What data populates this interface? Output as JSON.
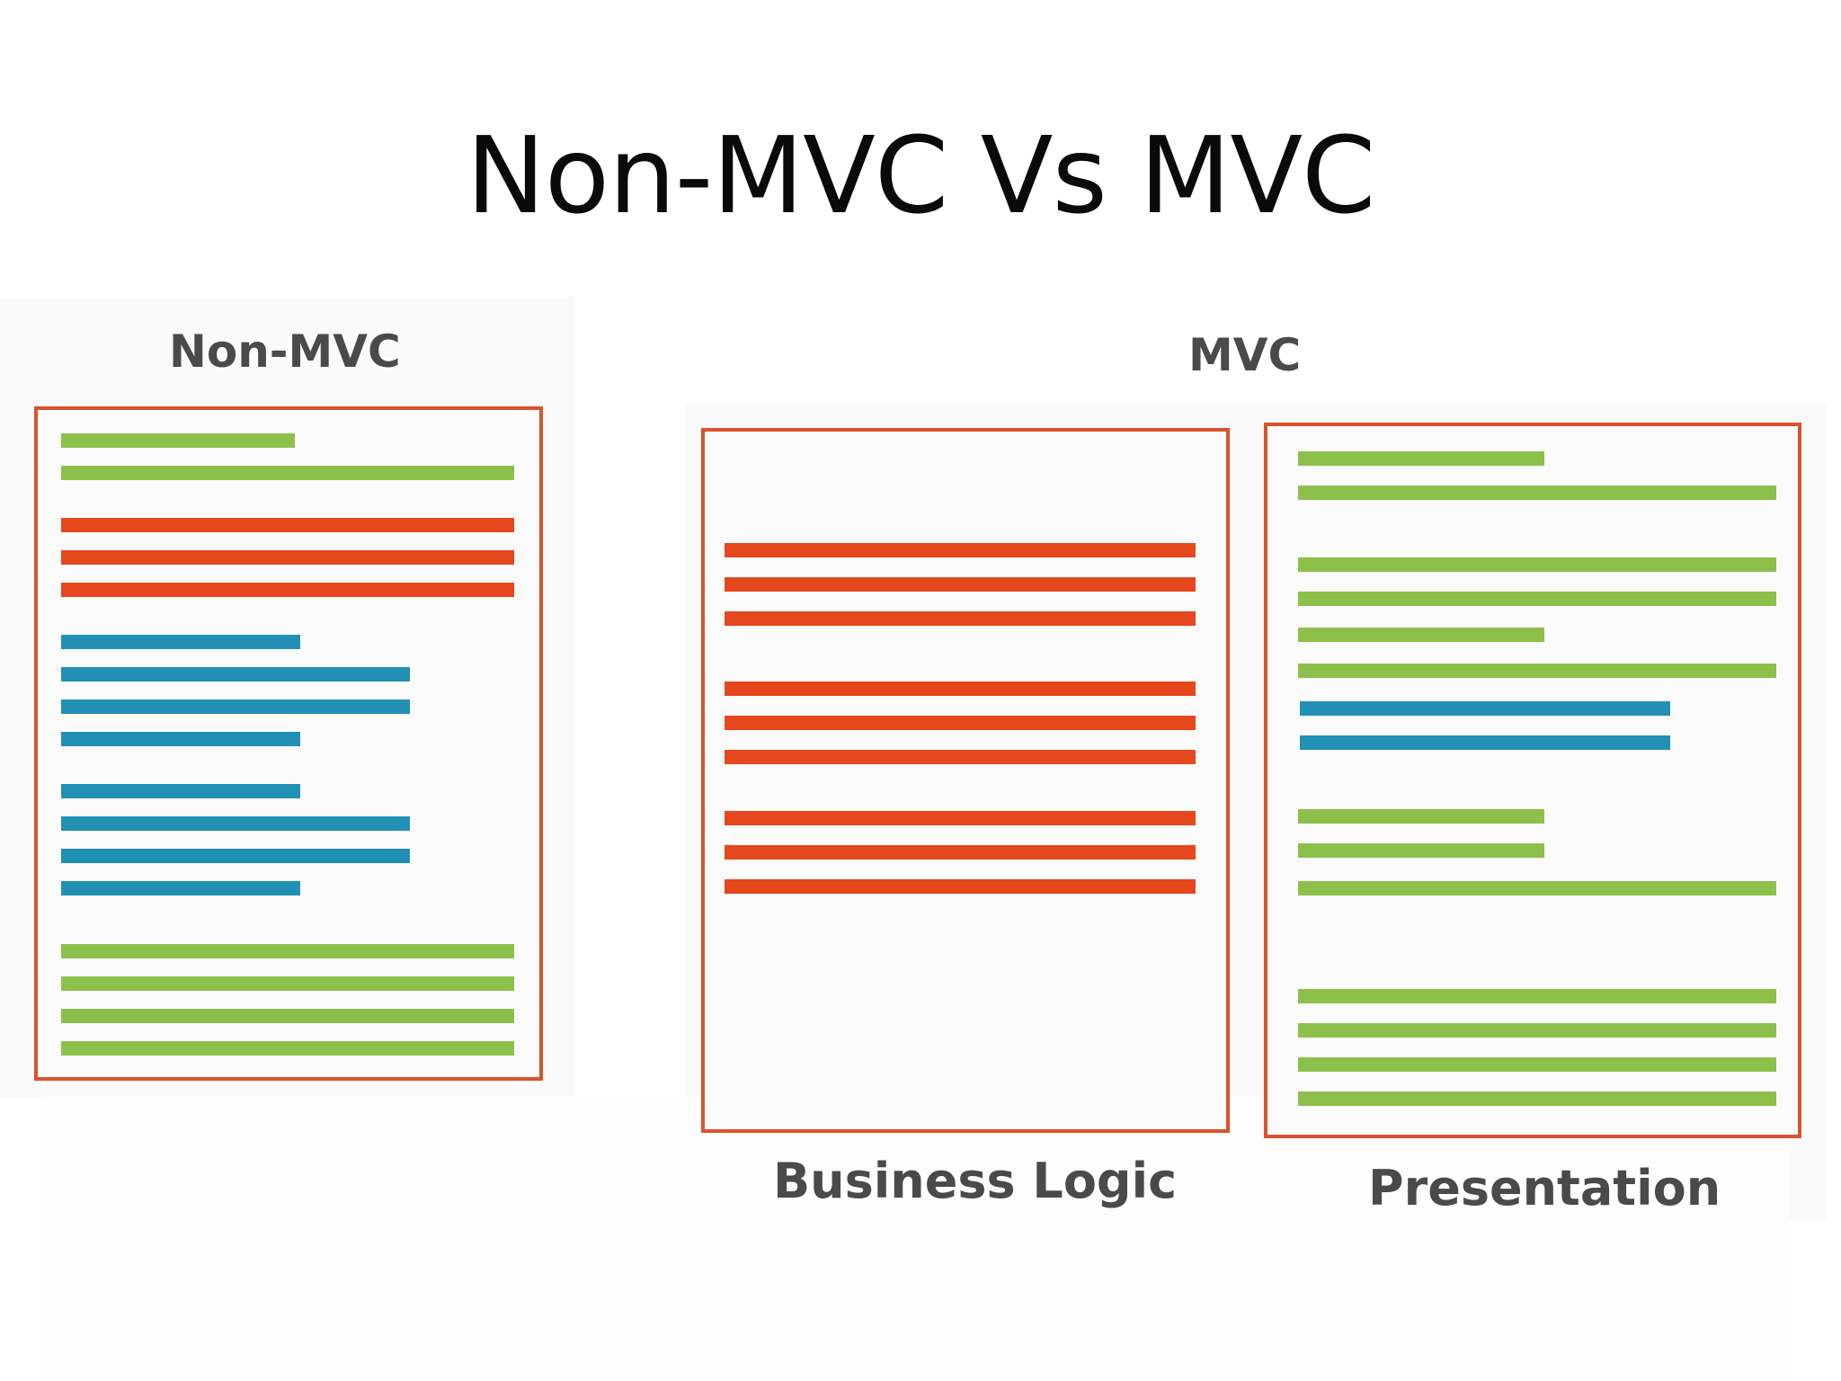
{
  "title": "Non-MVC Vs MVC",
  "labels": {
    "non_mvc": "Non-MVC",
    "mvc": "MVC",
    "business_logic": "Business Logic",
    "presentation": "Presentation"
  },
  "colors": {
    "box_border": "#d9532c",
    "bar_green": "#8cc04b",
    "bar_orange": "#e4481c",
    "bar_blue": "#2290b5"
  }
}
